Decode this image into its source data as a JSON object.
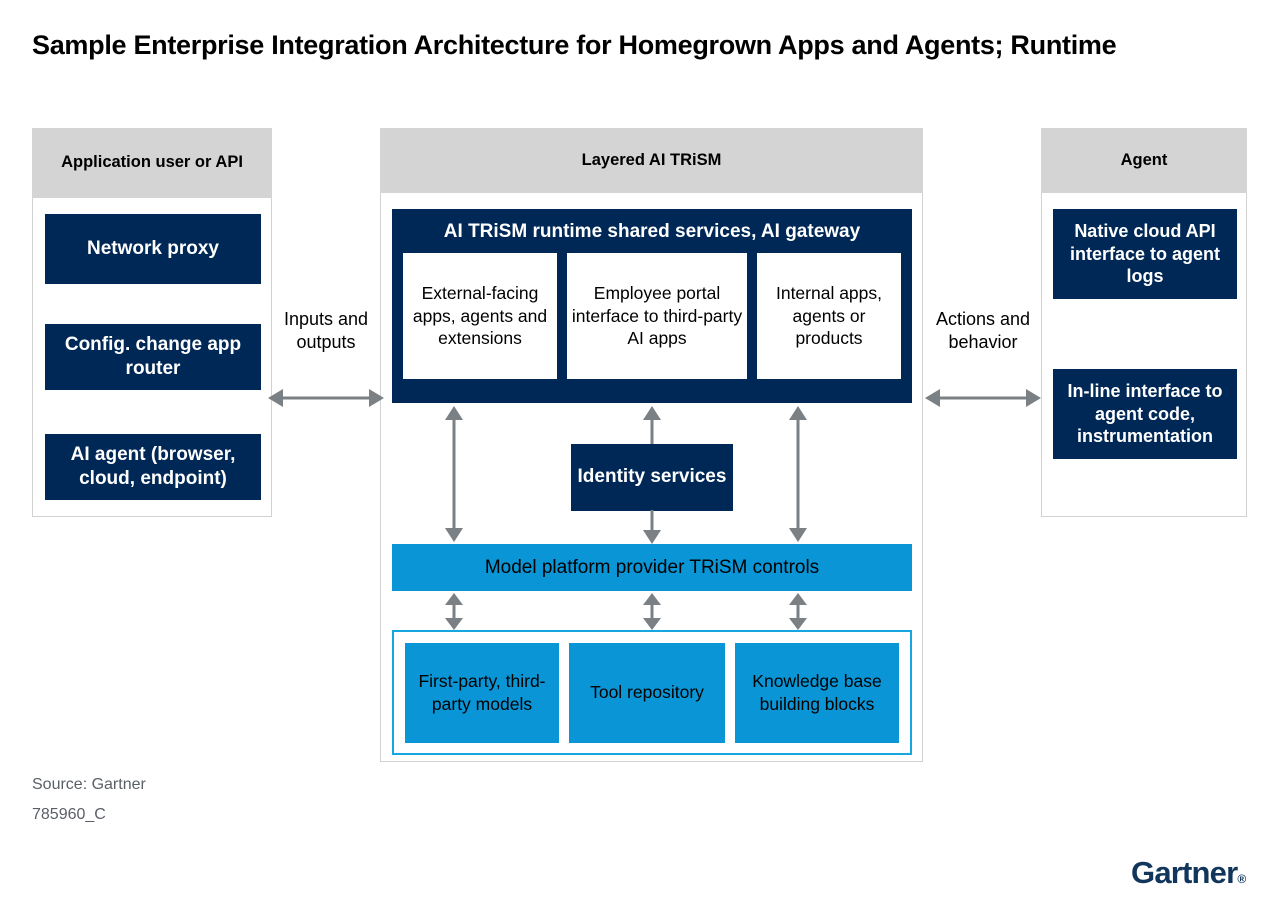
{
  "title": "Sample Enterprise Integration Architecture for Homegrown Apps and Agents; Runtime",
  "colors": {
    "navy": "#002856",
    "cyan": "#0A96D6",
    "cyan_border": "#17A7E0",
    "header_gray": "#d4d4d4",
    "panel_border": "#d2d2d2",
    "arrow_gray": "#7a8084",
    "footer_text": "#5a5f66",
    "logo_navy": "#12355B"
  },
  "panels": {
    "left": {
      "header": "Application user or API",
      "boxes": [
        "Network proxy",
        "Config. change app router",
        "AI agent (browser, cloud, endpoint)"
      ]
    },
    "center": {
      "header": "Layered AI TRiSM",
      "runtime": {
        "title": "AI TRiSM runtime shared services, AI gateway",
        "cards": [
          "External-facing apps, agents and extensions",
          "Employee portal interface to third-party AI apps",
          "Internal apps, agents or products"
        ]
      },
      "identity_services": "Identity services",
      "model_platform_bar": "Model platform provider TRiSM controls",
      "bottom_group": [
        "First-party, third-party models",
        "Tool repository",
        "Knowledge base building blocks"
      ]
    },
    "right": {
      "header": "Agent",
      "boxes": [
        "Native cloud API interface to agent logs",
        "In-line interface to agent code, instrumentation"
      ]
    }
  },
  "connectors": {
    "left_label": "Inputs and outputs",
    "right_label": "Actions and behavior"
  },
  "footer": {
    "source": "Source: Gartner",
    "code": "785960_C",
    "logo": "Gartner",
    "logo_mark": "®"
  }
}
